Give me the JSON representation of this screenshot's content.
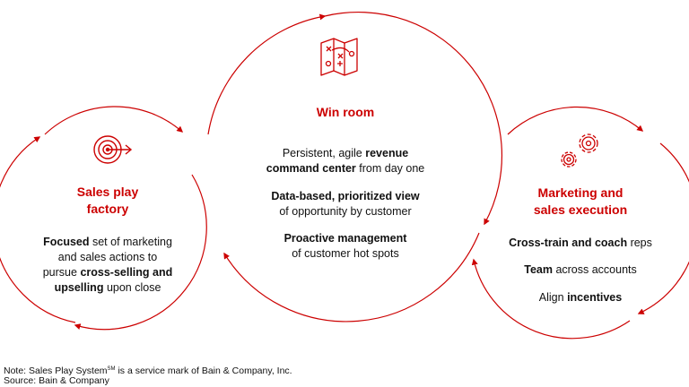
{
  "colors": {
    "accent": "#cc0000",
    "text": "#111111"
  },
  "left": {
    "icon": "target-icon",
    "title_line1": "Sales play",
    "title_line2": "factory",
    "line1_bold": "Focused",
    "line1_rest": " set of marketing",
    "line2": "and sales actions to",
    "line3_pre": "pursue ",
    "line3_bold": "cross-selling and",
    "line4_bold": "upselling",
    "line4_rest": " upon close"
  },
  "center": {
    "icon": "strategy-map-icon",
    "title": "Win room",
    "p1_line1_pre": "Persistent, agile ",
    "p1_line1_bold": "revenue",
    "p1_line2_bold": "command center",
    "p1_line2_rest": " from day one",
    "p2_line1_bold": "Data-based, prioritized view",
    "p2_line2": "of opportunity by customer",
    "p3_line1_bold": "Proactive management",
    "p3_line2": "of customer hot spots"
  },
  "right": {
    "icon": "gears-icon",
    "title_line1": "Marketing and",
    "title_line2": "sales execution",
    "item1_bold": "Cross-train and coach",
    "item1_rest": " reps",
    "item2_bold": "Team",
    "item2_rest": " across accounts",
    "item3_pre": "Align ",
    "item3_bold": "incentives"
  },
  "footnote": {
    "note_pre": "Note: Sales Play System",
    "note_sup": "SM",
    "note_post": " is a service mark of Bain & Company, Inc.",
    "source": "Source: Bain & Company"
  }
}
